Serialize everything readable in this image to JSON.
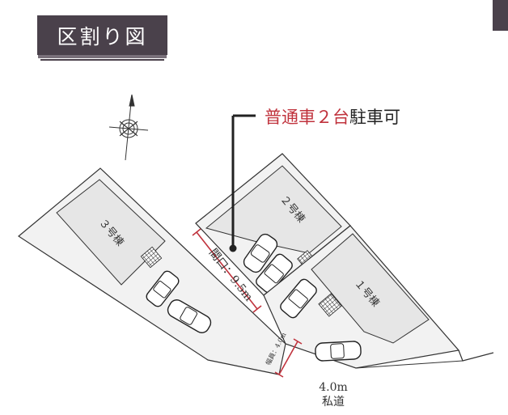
{
  "title": "区割り図",
  "callout": {
    "highlight": "普通車２台",
    "suffix": "駐車可"
  },
  "lots": {
    "lot1": "１号棟",
    "lot2": "２号棟",
    "lot3": "３号棟"
  },
  "frontage": "間口：9.5m",
  "width_note": "幅員：4.0m",
  "road": {
    "width": "4.0m",
    "type": "私道"
  },
  "colors": {
    "title_bg": "#4a414b",
    "accent": "#c0333d",
    "lot_fill": "#f2f2f2",
    "building_fill": "#e6e6e6",
    "line": "#333333"
  }
}
